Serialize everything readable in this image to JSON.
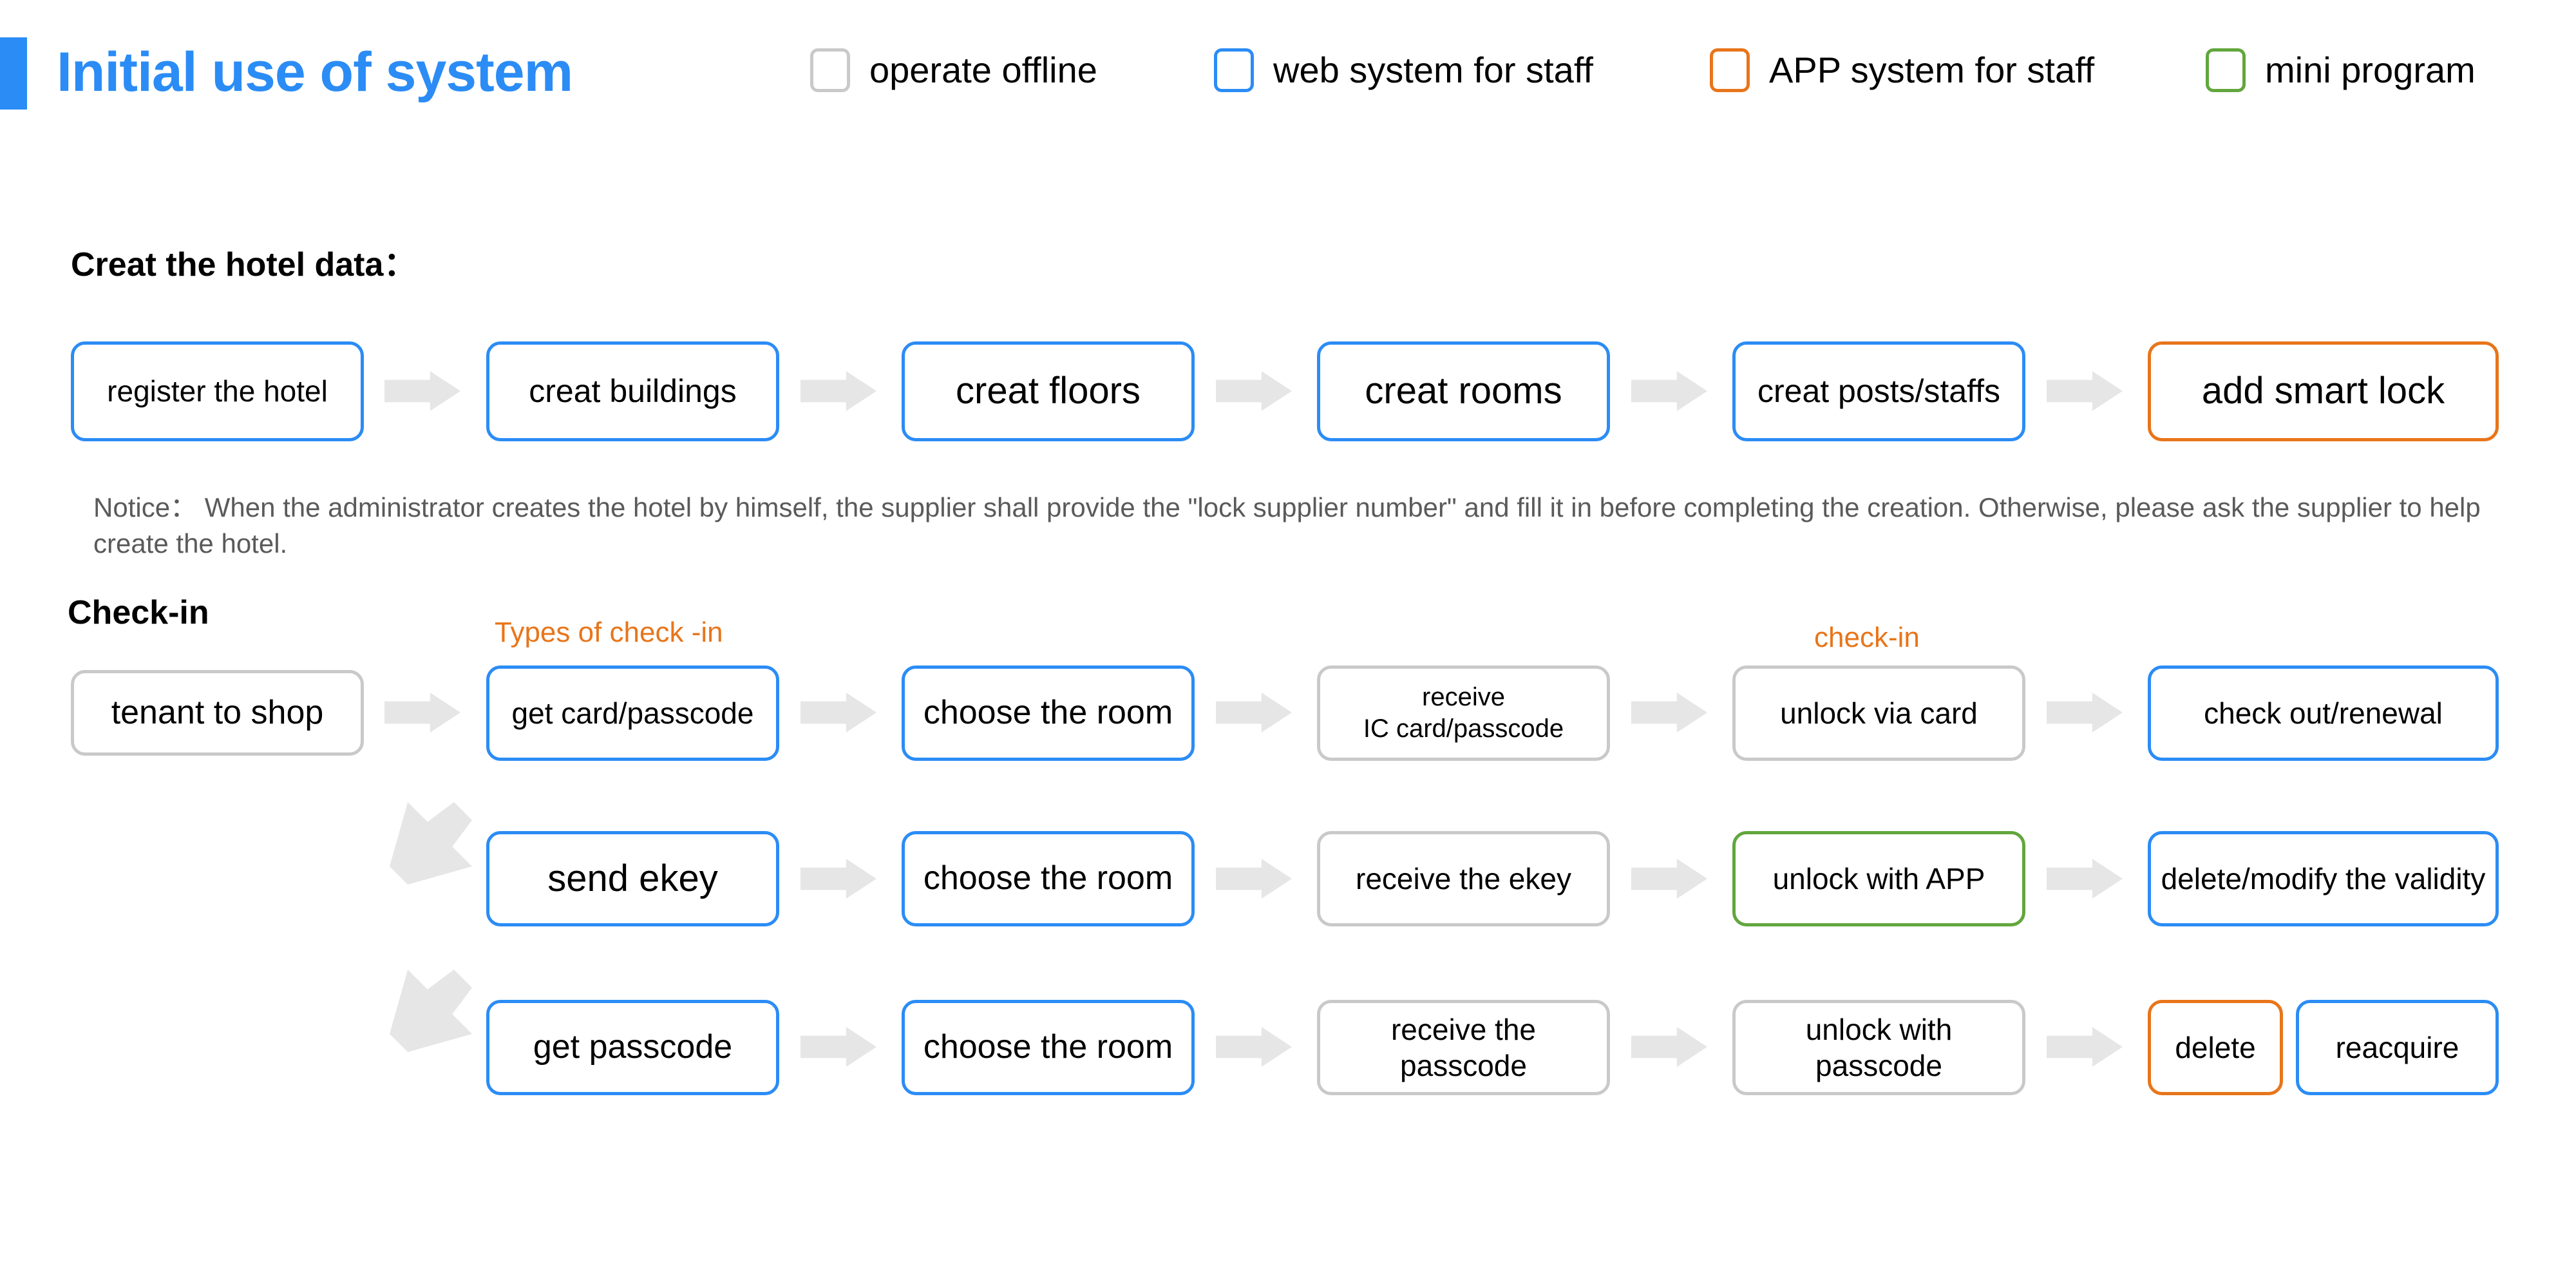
{
  "header": {
    "title": "Initial use of system",
    "accent_color": "#2B8CF5",
    "legend": [
      {
        "label": "operate offline",
        "color": "#c9c9c9",
        "icon": "rounded-square-swatch"
      },
      {
        "label": "web system for staff",
        "color": "#2B8CF5",
        "icon": "rounded-square-swatch"
      },
      {
        "label": "APP system for staff",
        "color": "#E8751A",
        "icon": "rounded-square-swatch"
      },
      {
        "label": "mini program",
        "color": "#62A63D",
        "icon": "rounded-square-swatch"
      }
    ]
  },
  "sections": {
    "create_hotel": {
      "heading": "Creat the hotel data：",
      "steps": [
        {
          "label": "register the hotel",
          "color": "#2B8CF5"
        },
        {
          "label": "creat buildings",
          "color": "#2B8CF5"
        },
        {
          "label": "creat floors",
          "color": "#2B8CF5"
        },
        {
          "label": "creat rooms",
          "color": "#2B8CF5"
        },
        {
          "label": "creat posts/staffs",
          "color": "#2B8CF5"
        },
        {
          "label": "add smart lock",
          "color": "#E8751A"
        }
      ],
      "notice": "Notice： When the administrator creates the hotel by himself, the supplier shall provide the \"lock supplier number\" and fill it in before completing the creation. Otherwise, please ask the supplier to help create the hotel."
    },
    "check_in": {
      "heading": "Check-in",
      "column_labels": {
        "types_of_check_in": "Types of check -in",
        "check_in": "check-in"
      },
      "start_node": {
        "label": "tenant to shop",
        "color": "#c9c9c9"
      },
      "rows": [
        {
          "steps": [
            {
              "label": "get card/passcode",
              "color": "#2B8CF5"
            },
            {
              "label": "choose the room",
              "color": "#2B8CF5"
            },
            {
              "label": "receive\nIC card/passcode",
              "color": "#c9c9c9"
            },
            {
              "label": "unlock via card",
              "color": "#c9c9c9"
            },
            {
              "label": "check out/renewal",
              "color": "#2B8CF5"
            }
          ]
        },
        {
          "steps": [
            {
              "label": "send ekey",
              "color": "#2B8CF5"
            },
            {
              "label": "choose the room",
              "color": "#2B8CF5"
            },
            {
              "label": "receive the ekey",
              "color": "#c9c9c9"
            },
            {
              "label": "unlock with APP",
              "color": "#62A63D"
            },
            {
              "label": "delete/modify the validity",
              "color": "#2B8CF5"
            }
          ]
        },
        {
          "steps": [
            {
              "label": "get passcode",
              "color": "#2B8CF5"
            },
            {
              "label": "choose the room",
              "color": "#2B8CF5"
            },
            {
              "label": "receive the passcode",
              "color": "#c9c9c9"
            },
            {
              "label": "unlock with passcode",
              "color": "#c9c9c9"
            },
            {
              "label": "delete",
              "color": "#E8751A"
            },
            {
              "label": "reacquire",
              "color": "#2B8CF5"
            }
          ]
        }
      ]
    }
  }
}
